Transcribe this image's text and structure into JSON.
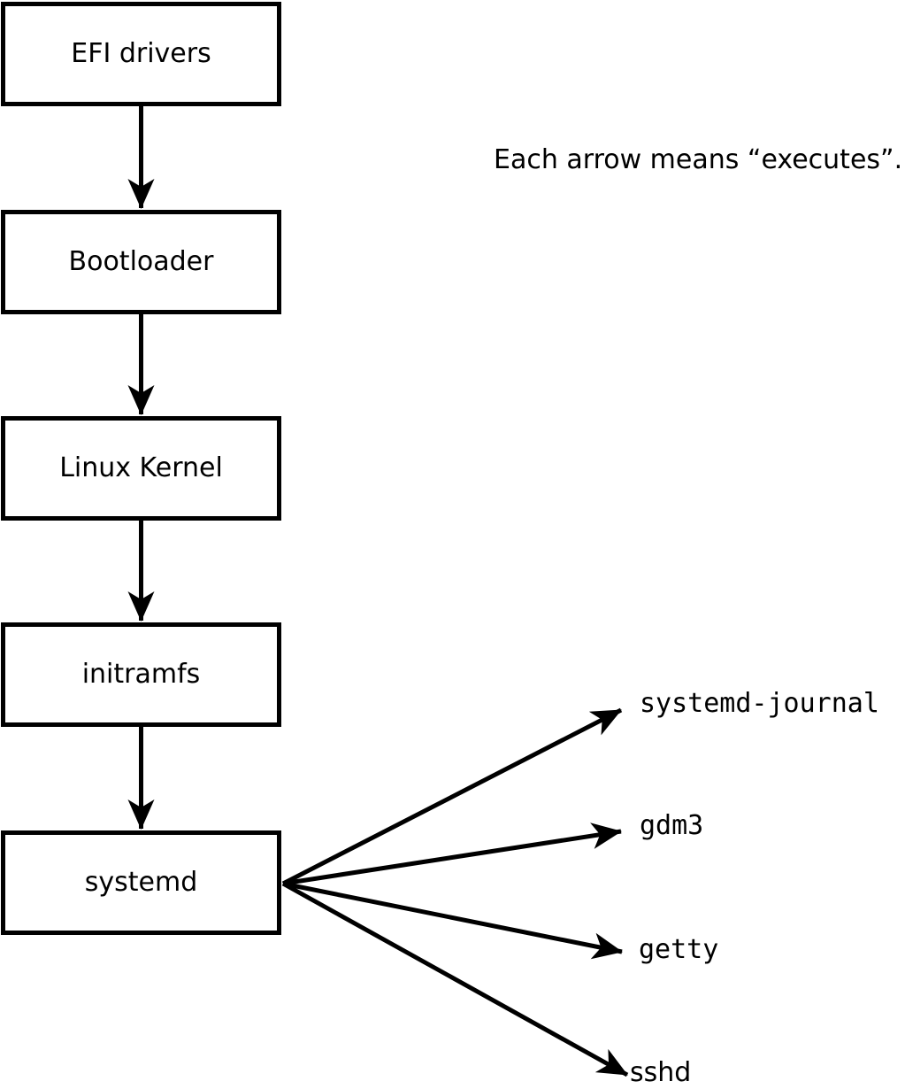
{
  "diagram": {
    "annotation": "Each arrow means “executes”.",
    "boot_chain": [
      {
        "label": "EFI drivers"
      },
      {
        "label": "Bootloader"
      },
      {
        "label": "Linux Kernel"
      },
      {
        "label": "initramfs"
      },
      {
        "label": "systemd"
      }
    ],
    "systemd_children": [
      {
        "label": "systemd-journal"
      },
      {
        "label": "gdm3"
      },
      {
        "label": "getty"
      },
      {
        "label": "sshd"
      }
    ],
    "arrows": {
      "chain_count": 4,
      "fan_count": 4
    },
    "colors": {
      "background": "#ffffff",
      "box_fill": "#ffffff",
      "box_border": "#000000",
      "line": "#000000",
      "text": "#000000"
    }
  }
}
